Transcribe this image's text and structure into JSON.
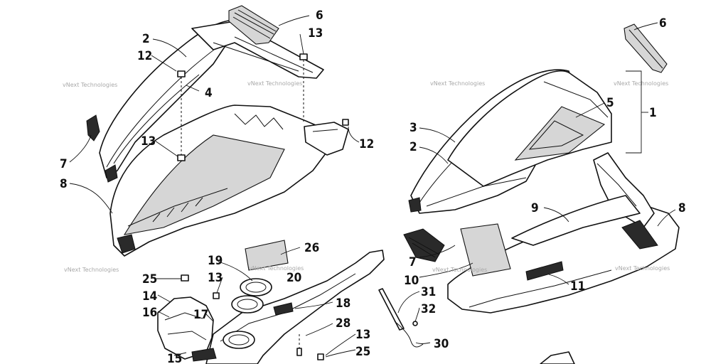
{
  "watermark": "vNext Technologies",
  "callouts": {
    "c1": "1",
    "c2a": "2",
    "c2b": "2",
    "c3": "3",
    "c4": "4",
    "c5": "5",
    "c6a": "6",
    "c6b": "6",
    "c7a": "7",
    "c7b": "7",
    "c8a": "8",
    "c8b": "8",
    "c9": "9",
    "c10": "10",
    "c11": "11",
    "c12a": "12",
    "c12b": "12",
    "c13a": "13",
    "c13b": "13",
    "c13c": "13",
    "c13d": "13",
    "c14": "14",
    "c15": "15",
    "c16": "16",
    "c17": "17",
    "c18": "18",
    "c19": "19",
    "c20": "20",
    "c25a": "25",
    "c25b": "25",
    "c26": "26",
    "c28": "28",
    "c30": "30",
    "c31": "31",
    "c32": "32"
  }
}
